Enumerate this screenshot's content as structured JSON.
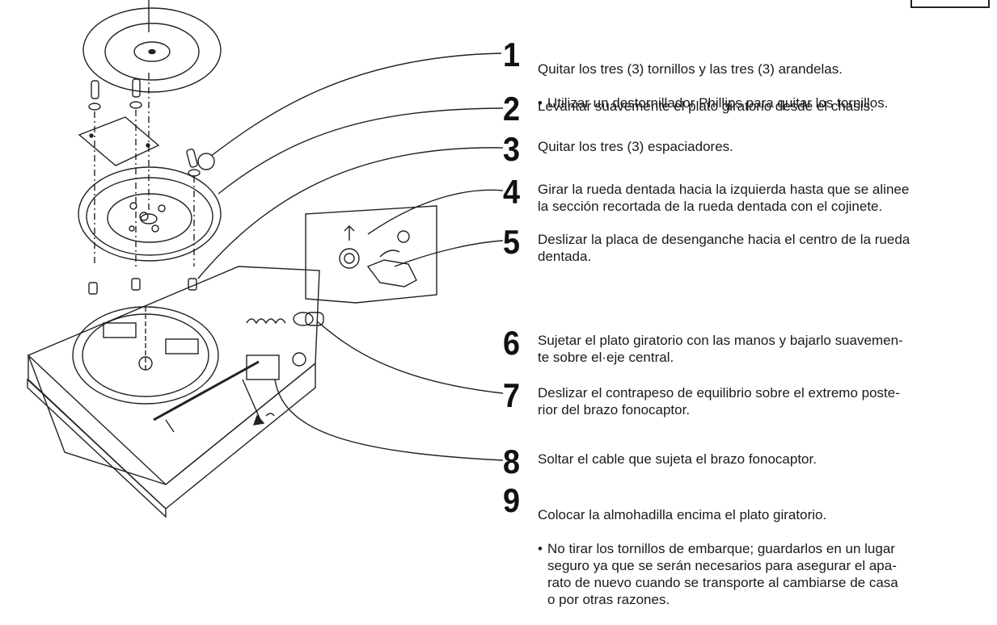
{
  "steps": [
    {
      "number": "1",
      "text": "Quitar los tres (3) tornillos y las tres (3) arandelas.",
      "sub": "Utilizar un destornillador Phillips para quitar los tornillos."
    },
    {
      "number": "2",
      "text": "Levantar suavemente el plato giratorio desde el chasis."
    },
    {
      "number": "3",
      "text": "Quitar los tres (3) espaciadores."
    },
    {
      "number": "4",
      "text": "Girar la rueda dentada hacia la izquierda hasta que se alinee\nla sección recortada de la rueda dentada con el cojinete."
    },
    {
      "number": "5",
      "text": "Deslizar la placa de desenganche hacia el centro de la rueda\ndentada."
    },
    {
      "number": "6",
      "text": "Sujetar el plato giratorio con las manos y bajarlo suavemen-\nte sobre el·eje central."
    },
    {
      "number": "7",
      "text": "Deslizar el contrapeso de equilibrio sobre el extremo poste-\nrior del brazo fonocaptor."
    },
    {
      "number": "8",
      "text": "Soltar el cable que sujeta el brazo fonocaptor."
    },
    {
      "number": "9",
      "text": "Colocar la almohadilla encima el plato giratorio.",
      "sub": "No tirar los tornillos de embarque; guardarlos en un lugar\nseguro ya que se serán necesarios para asegurar el apa-\nrato de nuevo cuando se transporte al cambiarse de casa\no por otras razones."
    }
  ],
  "bullet": "•",
  "colors": {
    "ink": "#111111",
    "paper": "#ffffff",
    "line": "#222222"
  }
}
